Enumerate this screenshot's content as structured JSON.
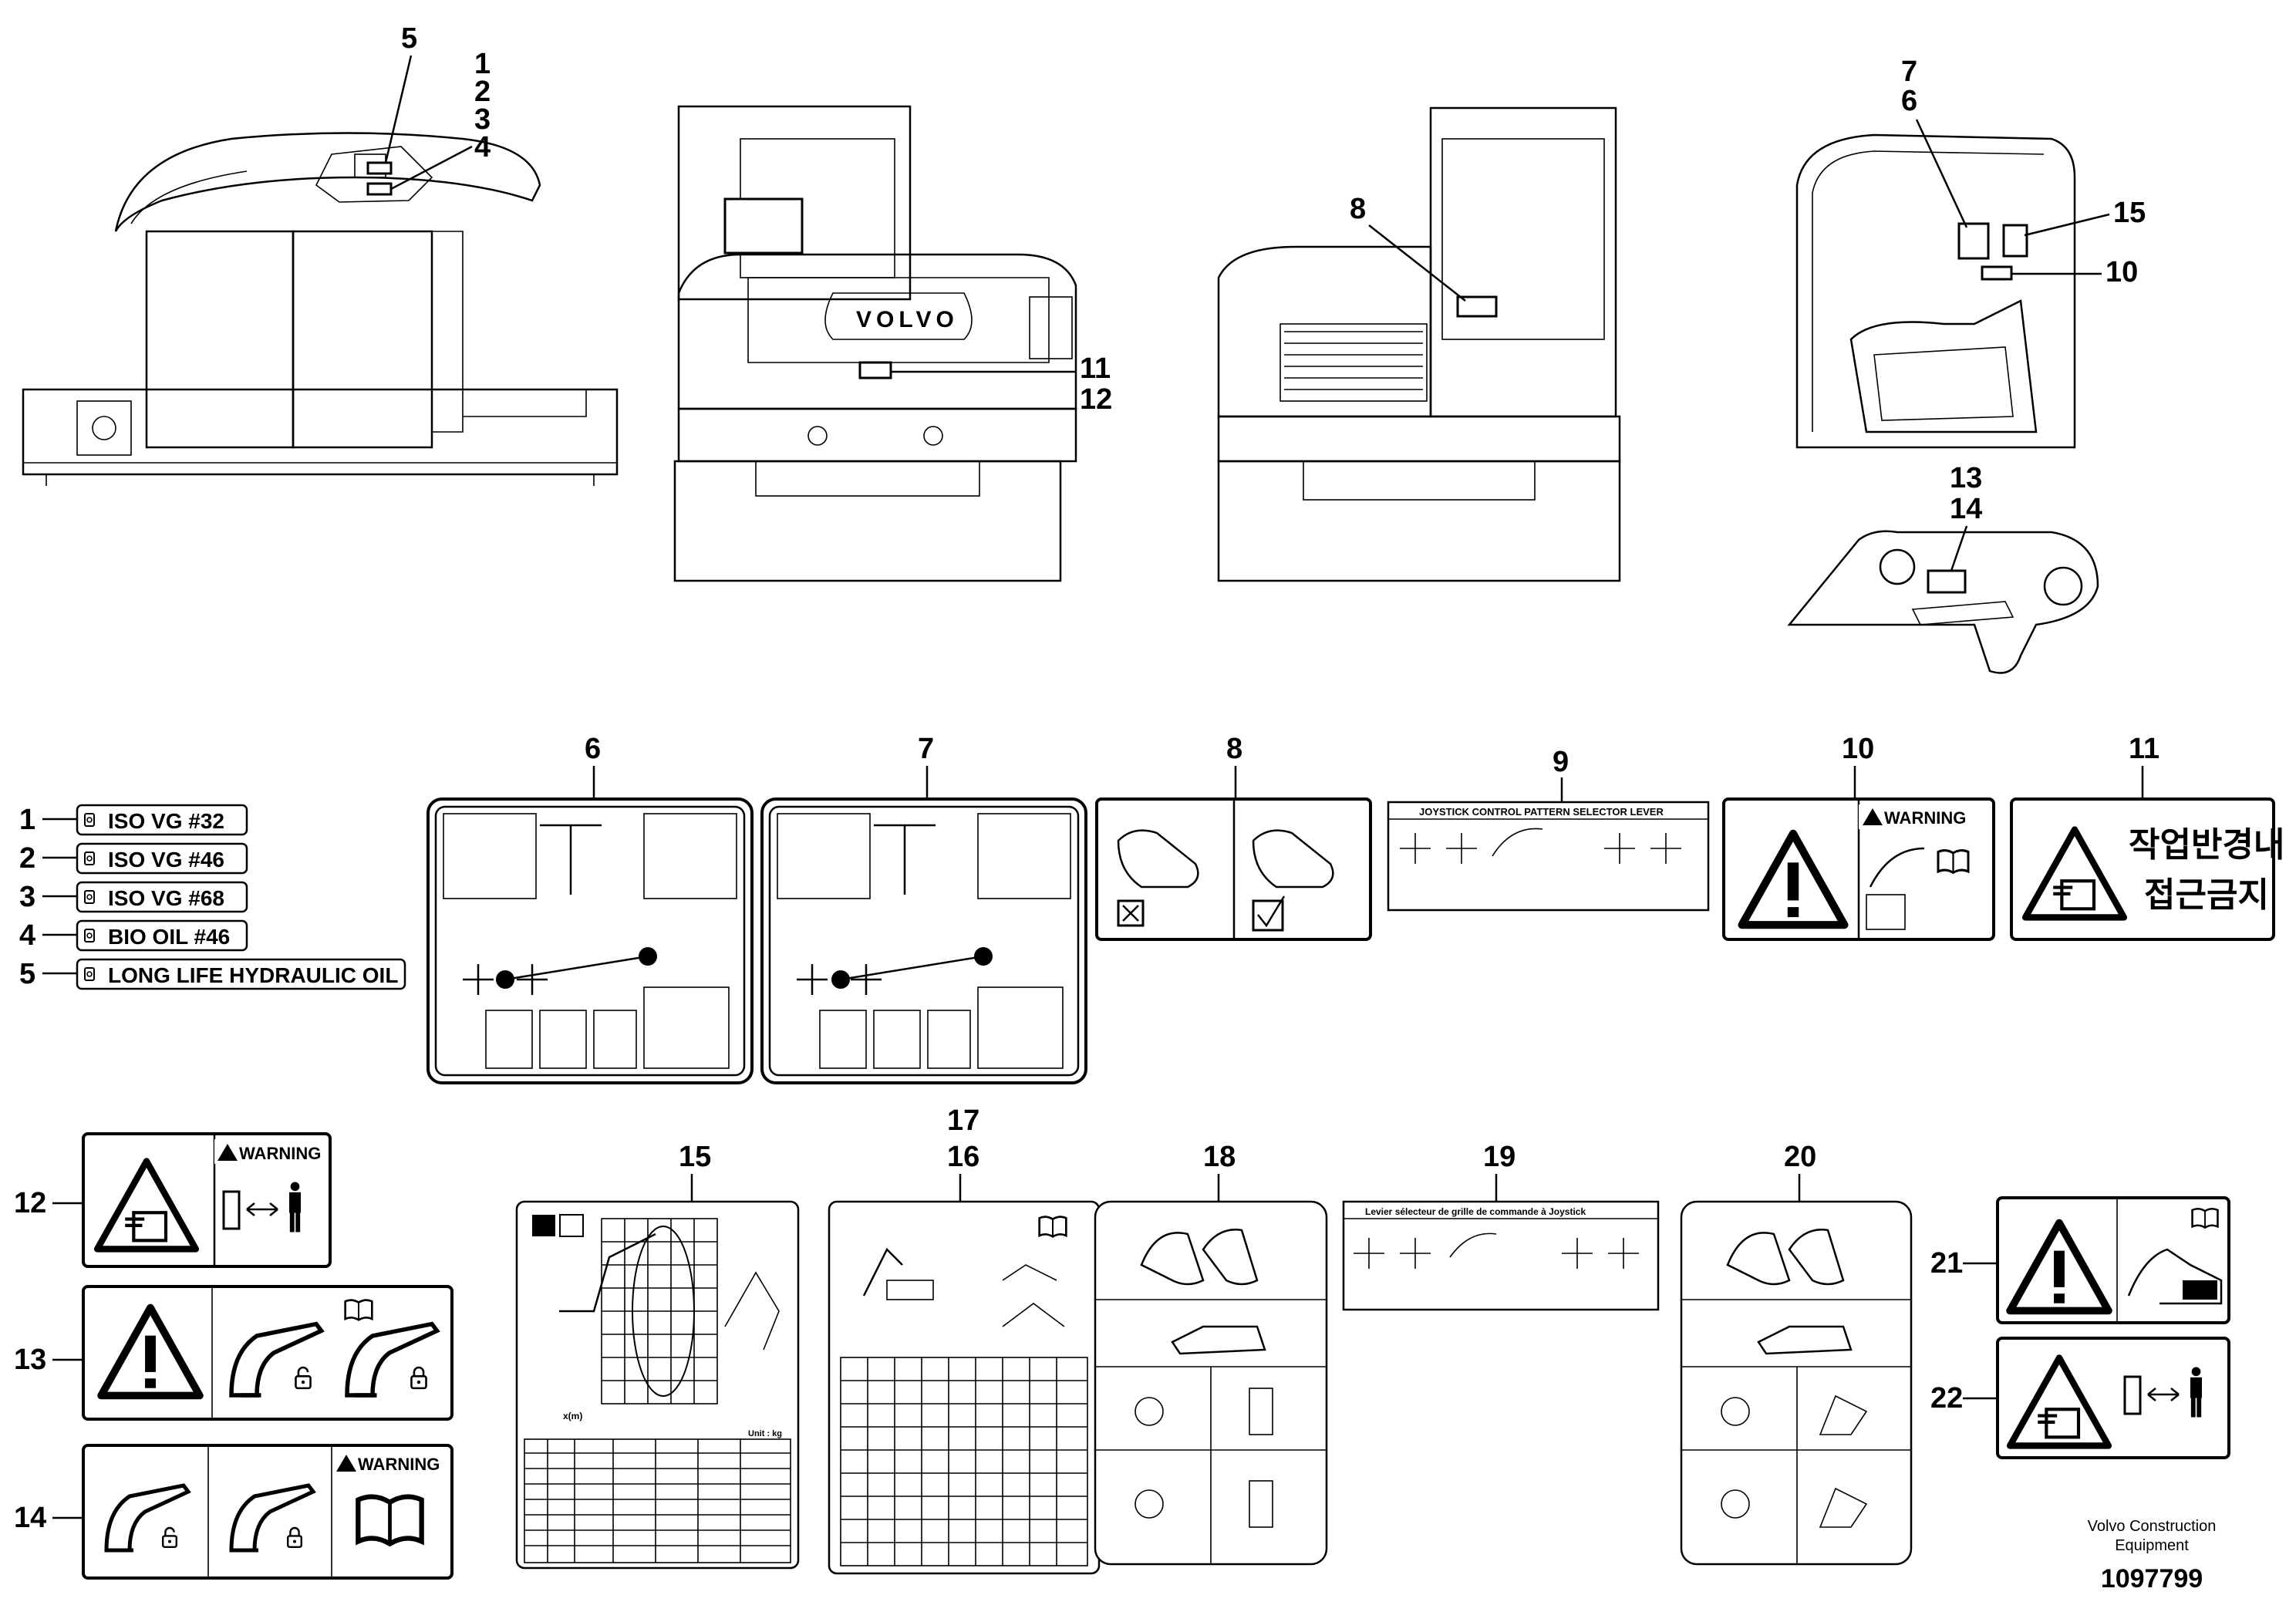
{
  "callouts": {
    "top_left": [
      "5",
      "1",
      "2",
      "3",
      "4"
    ],
    "rear_view": [
      "11",
      "12"
    ],
    "side_view": [
      "8"
    ],
    "cab_view": [
      "7",
      "6",
      "15",
      "10"
    ],
    "quick_coupler": [
      "13",
      "14"
    ]
  },
  "oil_labels": [
    {
      "num": "1",
      "text": "ISO VG #32"
    },
    {
      "num": "2",
      "text": "ISO VG #46"
    },
    {
      "num": "3",
      "text": "ISO VG #68"
    },
    {
      "num": "4",
      "text": "BIO OIL #46"
    },
    {
      "num": "5",
      "text": "LONG LIFE HYDRAULIC OIL"
    }
  ],
  "decals": {
    "d6": "6",
    "d7": "7",
    "d8": "8",
    "d9": "9",
    "d10": "10",
    "d11": "11",
    "d12": "12",
    "d13": "13",
    "d14": "14",
    "d15": "15",
    "d16": "16",
    "d17": "17",
    "d18": "18",
    "d19": "19",
    "d20": "20",
    "d21": "21",
    "d22": "22"
  },
  "texts": {
    "warning": "WARNING",
    "joystick_title": "JOYSTICK CONTROL PATTERN SELECTOR LEVER",
    "joystick_fr_title": "Levier sélecteur de grille de commande à Joystick",
    "korean_line1": "작업반경내",
    "korean_line2": "접근금지",
    "chart_axis": "x(m)",
    "unit_kg": "Unit : kg"
  },
  "footer": {
    "company_line1": "Volvo Construction",
    "company_line2": "Equipment",
    "drawing_number": "1097799"
  }
}
